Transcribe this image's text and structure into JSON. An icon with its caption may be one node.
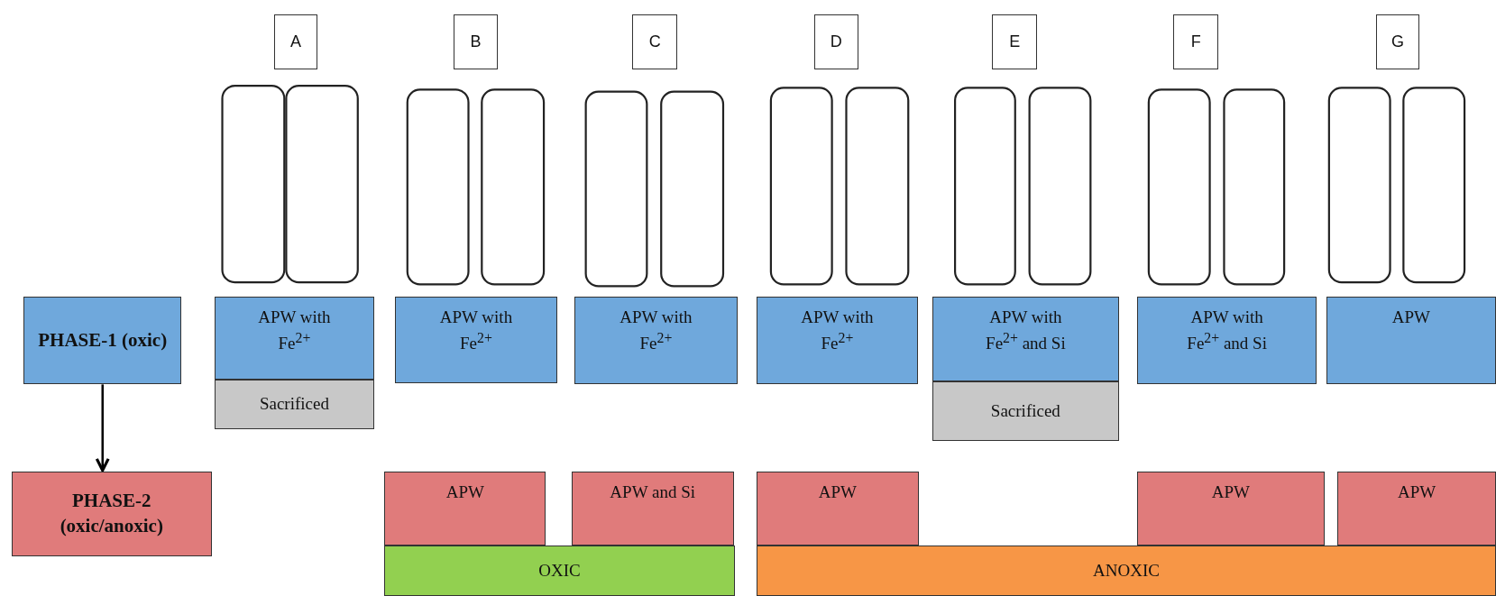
{
  "diagram": {
    "nodes": [
      {
        "text": [
          "A"
        ]
      },
      {
        "text": [
          "B"
        ]
      },
      {
        "text": [
          "C"
        ]
      },
      {
        "text": [
          "D"
        ]
      },
      {
        "text": [
          "E"
        ]
      },
      {
        "text": [
          "F"
        ]
      },
      {
        "text": [
          "G"
        ]
      },
      {
        "text": [
          "PHASE-1 (oxic)"
        ]
      },
      {
        "text": [
          "PHASE-2 (oxic/anoxic)"
        ]
      },
      {
        "text": [
          "APW with Fe$^{2+}$"
        ]
      },
      {
        "text": [
          "APW with Fe$^{2+}$"
        ]
      },
      {
        "text": [
          "APW with Fe$^{2+}$"
        ]
      },
      {
        "text": [
          "APW with Fe$^{2+}$"
        ]
      },
      {
        "text": [
          "APW with Fe$^{2+}$ and Si"
        ]
      },
      {
        "text": [
          "APW with Fe$^{2+}$ and Si"
        ]
      },
      {
        "text": [
          "APW"
        ]
      },
      {
        "text": [
          "Sacrificed"
        ]
      },
      {
        "text": [
          "Sacrificed"
        ]
      },
      {
        "text": [
          "APW"
        ]
      },
      {
        "text": [
          "APW and Si"
        ]
      },
      {
        "text": [
          "APW"
        ]
      },
      {
        "text": [
          "APW"
        ]
      },
      {
        "text": [
          "APW"
        ]
      },
      {
        "text": [
          "OXIC"
        ]
      },
      {
        "text": [
          "ANOXIC"
        ]
      }
    ],
    "edges": [
      {
        "from": 7,
        "to": 8,
        "arrow": "to"
      }
    ]
  }
}
